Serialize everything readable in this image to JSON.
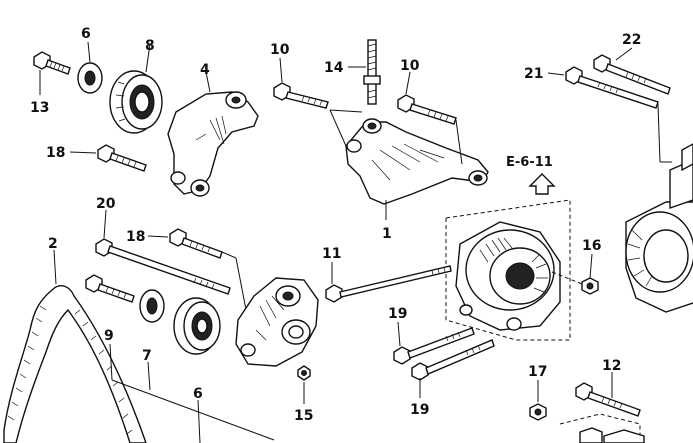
{
  "diagram": {
    "reference": "E-6-11",
    "callouts": [
      {
        "id": "c6a",
        "label": "6"
      },
      {
        "id": "c8",
        "label": "8"
      },
      {
        "id": "c13",
        "label": "13"
      },
      {
        "id": "c4",
        "label": "4"
      },
      {
        "id": "c18a",
        "label": "18"
      },
      {
        "id": "c10a",
        "label": "10"
      },
      {
        "id": "c14",
        "label": "14"
      },
      {
        "id": "c10b",
        "label": "10"
      },
      {
        "id": "c1",
        "label": "1"
      },
      {
        "id": "c22",
        "label": "22"
      },
      {
        "id": "c21",
        "label": "21"
      },
      {
        "id": "c20",
        "label": "20"
      },
      {
        "id": "c18b",
        "label": "18"
      },
      {
        "id": "c2",
        "label": "2"
      },
      {
        "id": "c11",
        "label": "11"
      },
      {
        "id": "c16",
        "label": "16"
      },
      {
        "id": "c9",
        "label": "9"
      },
      {
        "id": "c7",
        "label": "7"
      },
      {
        "id": "c6b",
        "label": "6"
      },
      {
        "id": "c19a",
        "label": "19"
      },
      {
        "id": "c19b",
        "label": "19"
      },
      {
        "id": "c15",
        "label": "15"
      },
      {
        "id": "c17",
        "label": "17"
      },
      {
        "id": "c12",
        "label": "12"
      }
    ]
  }
}
